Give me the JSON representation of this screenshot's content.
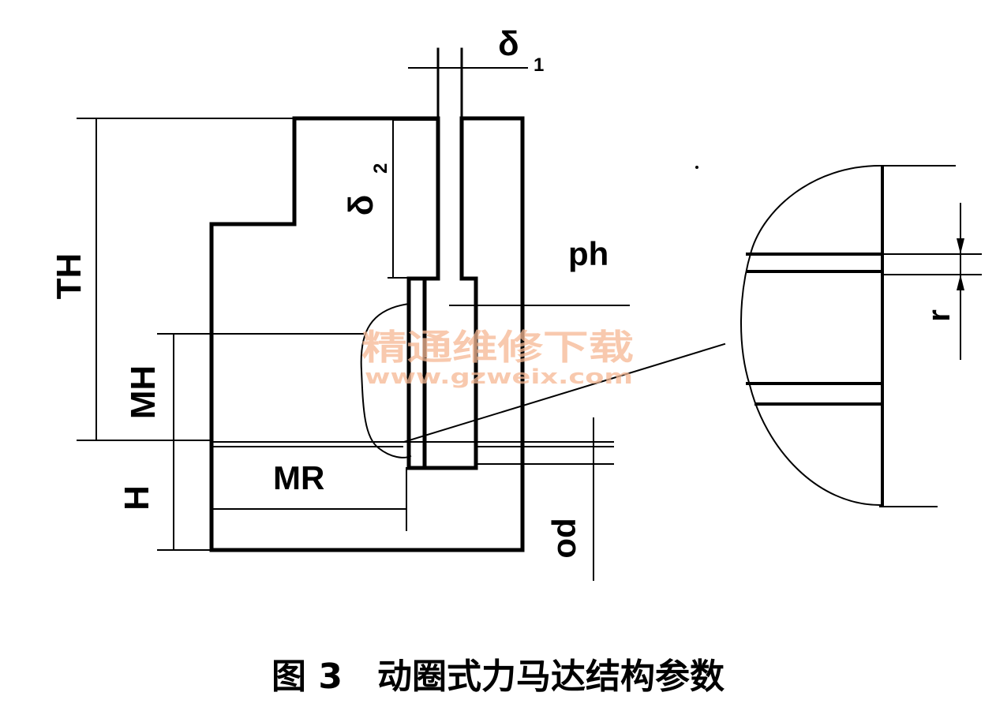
{
  "labels": {
    "delta1": "δ",
    "delta1_sub": "1",
    "delta2": "δ",
    "delta2_sub": "2",
    "ph": "ph",
    "TH": "TH",
    "MH": "MH",
    "H": "H",
    "MR": "MR",
    "od": "od",
    "r": "r"
  },
  "watermark": {
    "text": "精通维修下载",
    "url": "www.gzweix.com"
  },
  "caption": "图 3　动圈式力马达结构参数",
  "colors": {
    "line": "#000000",
    "watermark": "#f6b894"
  }
}
